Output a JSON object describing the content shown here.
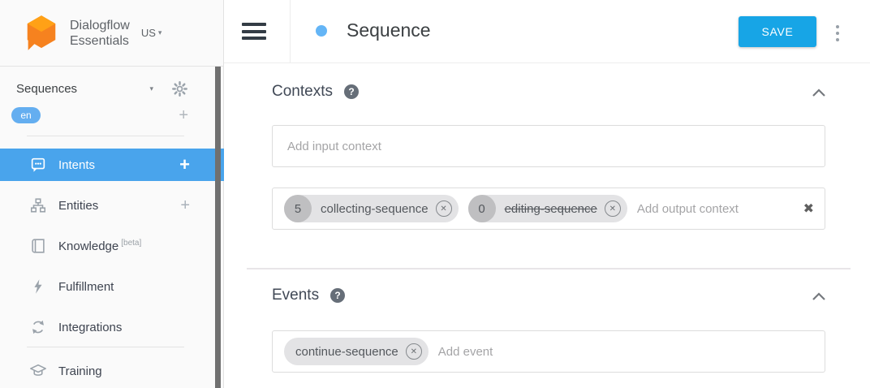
{
  "brand": {
    "line1": "Dialogflow",
    "line2": "Essentials",
    "region": "US"
  },
  "sidebar": {
    "agent_name": "Sequences",
    "language": "en",
    "items": [
      {
        "label": "Intents"
      },
      {
        "label": "Entities"
      },
      {
        "label": "Knowledge",
        "badge": "[beta]"
      },
      {
        "label": "Fulfillment"
      },
      {
        "label": "Integrations"
      },
      {
        "label": "Training"
      }
    ]
  },
  "header": {
    "title": "Sequence",
    "save_label": "SAVE"
  },
  "contexts": {
    "title": "Contexts",
    "input_placeholder": "Add input context",
    "output_placeholder": "Add output context",
    "output_chips": [
      {
        "lifespan": "5",
        "name": "collecting-sequence"
      },
      {
        "lifespan": "0",
        "name": "editing-sequence"
      }
    ]
  },
  "events": {
    "title": "Events",
    "placeholder": "Add event",
    "chips": [
      {
        "name": "continue-sequence"
      }
    ]
  },
  "glyphs": {
    "plus": "+",
    "caret": "▾",
    "question": "?",
    "dismiss": "✕",
    "clear": "✖"
  },
  "colors": {
    "save_blue": "#17a5e6",
    "active_item_blue": "#49a4ec",
    "language_chip_blue": "#64aef0",
    "title_dot_blue": "#64b5f6",
    "logo_orange": "#f6821f",
    "logo_orange_light": "#ffa116"
  }
}
